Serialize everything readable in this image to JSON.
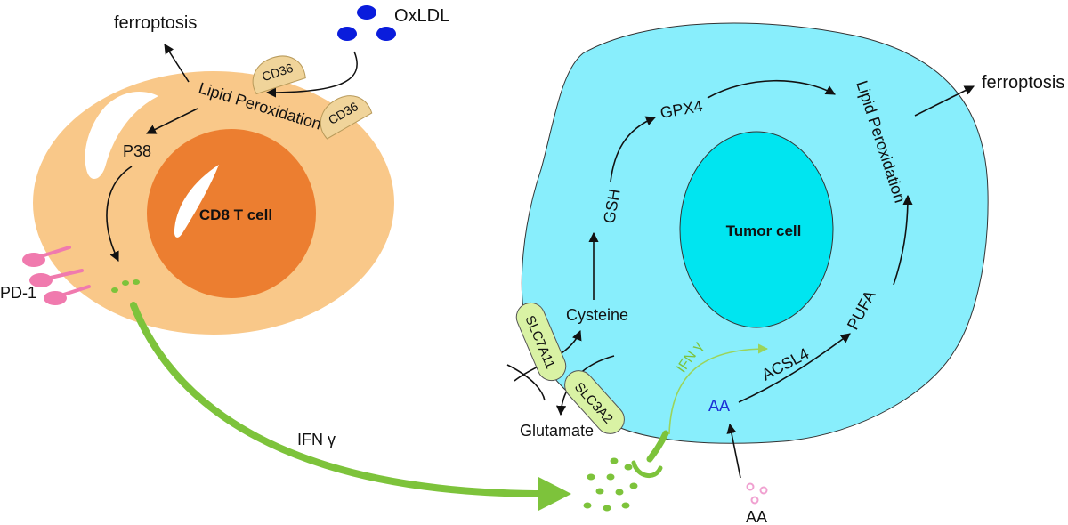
{
  "tcell": {
    "name": "CD8 T cell",
    "ferroptosis": "ferroptosis",
    "oxldl": "OxLDL",
    "cd36_a": "CD36",
    "cd36_b": "CD36",
    "lipid_peroxidation": "Lipid Peroxidation",
    "p38": "P38",
    "pd1": "PD-1"
  },
  "ifn_main": "IFN γ",
  "tumor": {
    "name": "Tumor cell",
    "ferroptosis": "ferroptosis",
    "lipid_peroxidation": "Lipid Peroxidation",
    "gpx4": "GPX4",
    "gsh": "GSH",
    "cysteine": "Cysteine",
    "slc7a11": "SLC7A11",
    "slc3a2": "SLC3A2",
    "glutamate": "Glutamate",
    "ifn_inner": "IFN γ",
    "acsl4": "ACSL4",
    "pufa": "PUFA",
    "aa_inner": "AA",
    "aa_outer": "AA"
  },
  "colors": {
    "tcell_outer": "#f9c889",
    "tcell_nucleus": "#ec7e30",
    "tumor_outer": "#88eefc",
    "tumor_nucleus": "#00e5f0",
    "oxldl": "#0a1cdc",
    "receptor": "#f0d49a",
    "pd1": "#f07aae",
    "ifn": "#7dc33b",
    "transporter": "#d9f2a4",
    "aa_text": "#1a2fd6",
    "aa_dots": "#f0a0d0"
  }
}
